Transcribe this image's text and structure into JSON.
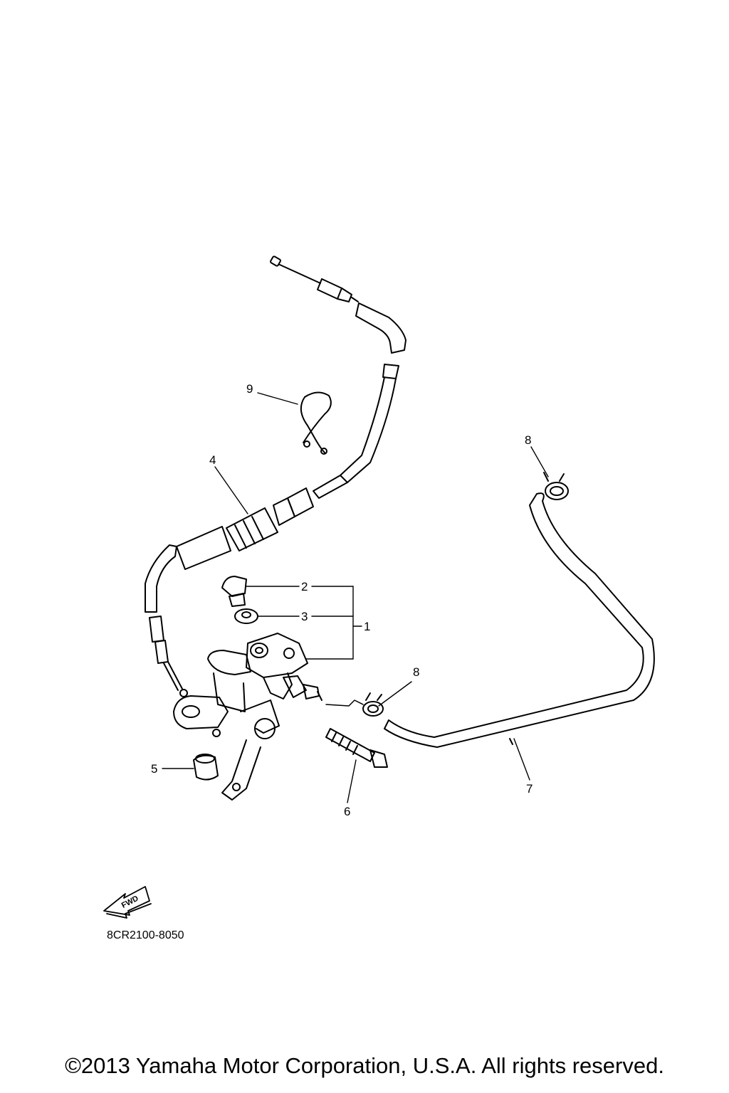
{
  "diagram": {
    "callouts": [
      "1",
      "2",
      "3",
      "4",
      "5",
      "6",
      "7",
      "8",
      "8",
      "9"
    ],
    "fwd_label": "FWD",
    "part_code": "8CR2100-8050"
  },
  "footer": {
    "copyright": "©2013 Yamaha Motor Corporation, U.S.A. All rights reserved."
  }
}
